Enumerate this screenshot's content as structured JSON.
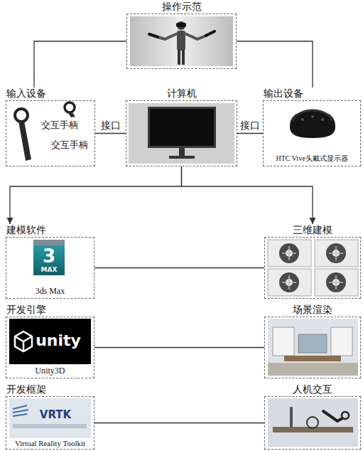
{
  "diagram": {
    "nodes": [
      {
        "text": [
          "操作示范"
        ]
      },
      {
        "text": [
          "输入设备",
          "交互手柄",
          "交互手柄"
        ]
      },
      {
        "text": [
          "计算机"
        ]
      },
      {
        "text": [
          "输出设备",
          "HTC Vive头戴式显示器"
        ]
      },
      {
        "text": [
          "建模软件",
          "3ds Max"
        ]
      },
      {
        "text": [
          "三维建模"
        ]
      },
      {
        "text": [
          "开发引擎",
          "Unity3D"
        ]
      },
      {
        "text": [
          "场景渲染"
        ]
      },
      {
        "text": [
          "开发框架",
          "Virtual Reality Toolkit"
        ]
      },
      {
        "text": [
          "人机交互"
        ]
      }
    ],
    "edges": [
      {
        "from": 0,
        "to": 1,
        "arrow": "none"
      },
      {
        "from": 0,
        "to": 3,
        "arrow": "none"
      },
      {
        "from": 1,
        "to": 2,
        "label": "接口",
        "arrow": "none"
      },
      {
        "from": 2,
        "to": 3,
        "label": "接口",
        "arrow": "none"
      },
      {
        "from": 2,
        "to": 4,
        "arrow": "to"
      },
      {
        "from": 2,
        "to": 5,
        "arrow": "to"
      },
      {
        "from": 4,
        "to": 5,
        "arrow": "none"
      },
      {
        "from": 6,
        "to": 7,
        "arrow": "none"
      },
      {
        "from": 8,
        "to": 9,
        "arrow": "none"
      }
    ],
    "labels": [
      "3",
      "MAX",
      "unity",
      "VRTK"
    ]
  }
}
